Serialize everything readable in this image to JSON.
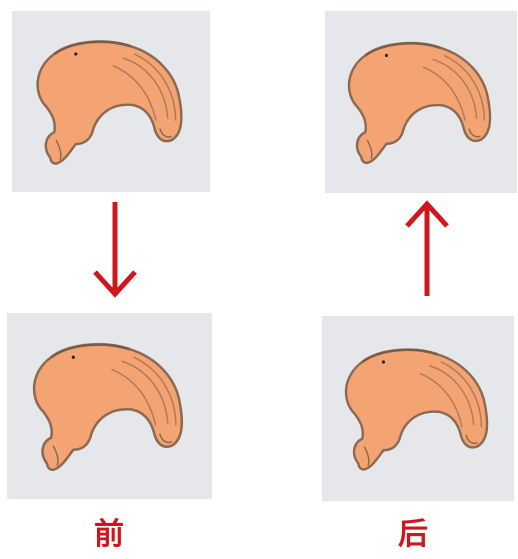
{
  "labels": {
    "before": "前",
    "after": "后"
  },
  "colors": {
    "panel_bg": "#e6e7ea",
    "arrow": "#d0161d",
    "skin": "#f4a373",
    "outline": "#8a6a52"
  },
  "icons": {
    "hand": "curled-hand-illustration",
    "arrow_down": "arrow-down-icon",
    "arrow_up": "arrow-up-icon"
  }
}
